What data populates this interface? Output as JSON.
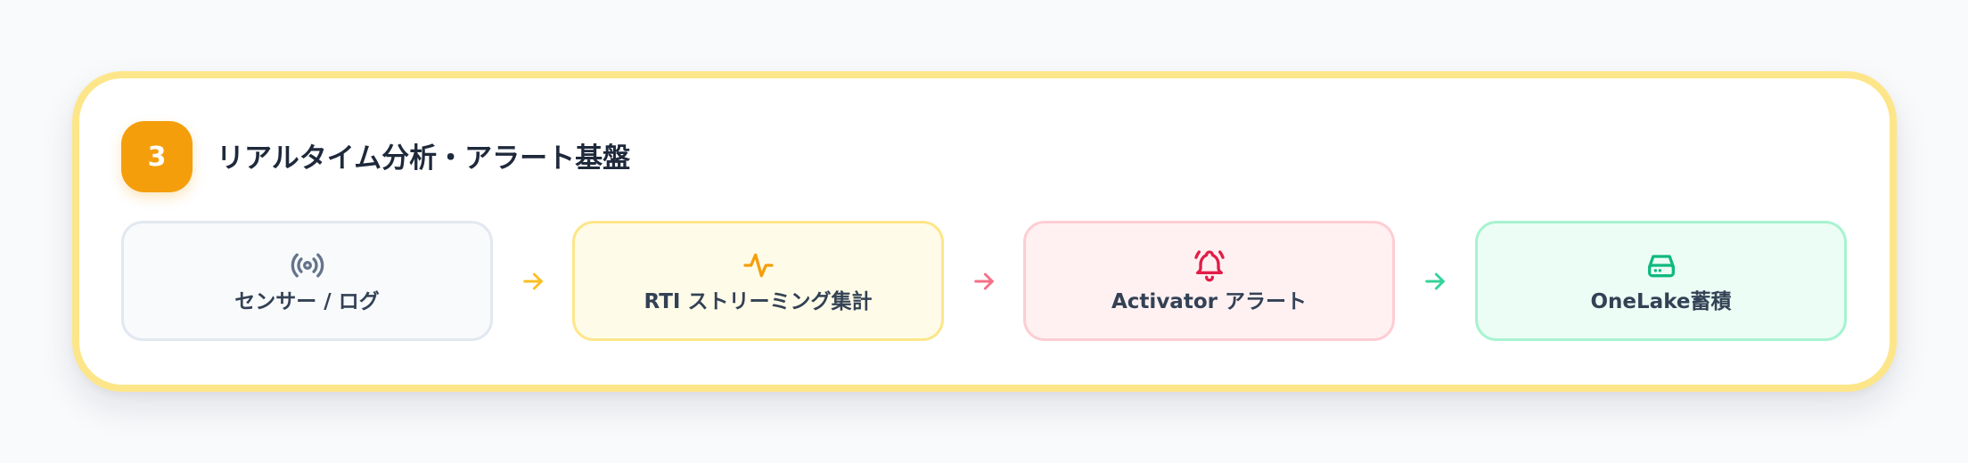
{
  "section": {
    "number": "3",
    "title": "リアルタイム分析・アラート基盤",
    "accent_color": "#f59e0b",
    "border_color": "#fde68a"
  },
  "flow": {
    "steps": [
      {
        "label": "センサー / ログ",
        "icon": "broadcast-icon",
        "icon_color": "#64748b",
        "bg_color": "#f8fafc",
        "border_color": "#e2e8f0"
      },
      {
        "label": "RTI ストリーミング集計",
        "icon": "activity-pulse-icon",
        "icon_color": "#f59e0b",
        "bg_color": "#fefce8",
        "border_color": "#fde68a"
      },
      {
        "label": "Activator アラート",
        "icon": "bell-ringing-icon",
        "icon_color": "#e11d48",
        "bg_color": "#fff1f2",
        "border_color": "#fecdd3"
      },
      {
        "label": "OneLake蓄積",
        "icon": "hard-drive-icon",
        "icon_color": "#10b981",
        "bg_color": "#ecfdf5",
        "border_color": "#a7f3d0"
      }
    ],
    "arrows": [
      {
        "icon": "arrow-right-icon",
        "color": "#fbbf24"
      },
      {
        "icon": "arrow-right-icon",
        "color": "#f43f5e"
      },
      {
        "icon": "arrow-right-icon",
        "color": "#34d399"
      }
    ]
  }
}
